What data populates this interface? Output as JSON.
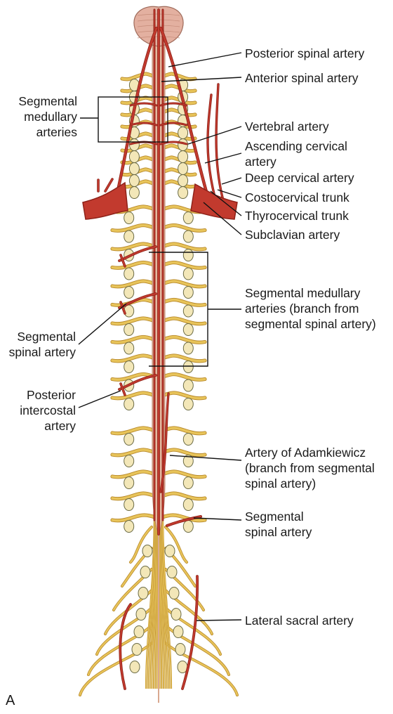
{
  "labels": {
    "posterior_spinal_artery": "Posterior spinal artery",
    "anterior_spinal_artery": "Anterior spinal artery",
    "segmental_medullary_arteries_upper": [
      "Segmental",
      "medullary",
      "arteries"
    ],
    "vertebral_artery": "Vertebral artery",
    "ascending_cervical_artery": [
      "Ascending cervical",
      "artery"
    ],
    "deep_cervical_artery": "Deep cervical artery",
    "costocervical_trunk": "Costocervical trunk",
    "thyrocervical_trunk": "Thyrocervical trunk",
    "subclavian_artery": "Subclavian artery",
    "segmental_medullary_arteries_lower": [
      "Segmental medullary",
      "arteries (branch from",
      "segmental spinal artery)"
    ],
    "segmental_spinal_artery_left": [
      "Segmental",
      "spinal artery"
    ],
    "posterior_intercostal_artery": [
      "Posterior",
      "intercostal",
      "artery"
    ],
    "artery_of_adamkiewicz": [
      "Artery of Adamkiewicz",
      "(branch from segmental",
      "spinal artery)"
    ],
    "segmental_spinal_artery_right": [
      "Segmental",
      "spinal artery"
    ],
    "lateral_sacral_artery": "Lateral sacral artery"
  },
  "figure_letter": "A",
  "colors": {
    "nerve": "#e8c45a",
    "nerve_edge": "#b8892a",
    "cord": "#e6b9a0",
    "artery": "#c23a2e",
    "artery_dark": "#8e2219",
    "ganglion": "#f3e7b8",
    "brainstem": "#e3b0a0",
    "leader": "#111111"
  }
}
